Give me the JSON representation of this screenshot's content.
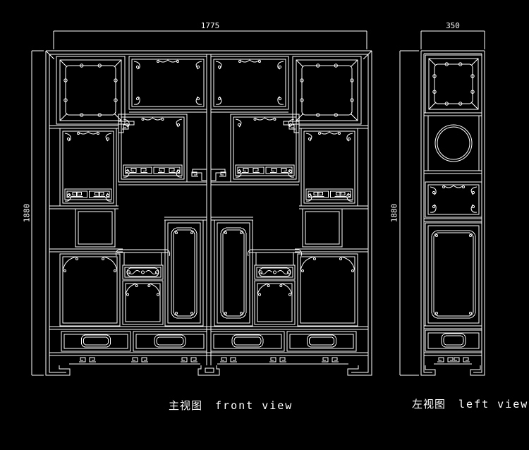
{
  "colors": {
    "background": "#000000",
    "line": "#ffffff",
    "text": "#ffffff"
  },
  "dimensions": {
    "front_width": "1775",
    "front_height": "1880",
    "side_width": "350",
    "side_height": "1880"
  },
  "captions": {
    "front_zh": "主视图",
    "front_en": "front view",
    "left_zh": "左视图",
    "left_en": "left view"
  }
}
